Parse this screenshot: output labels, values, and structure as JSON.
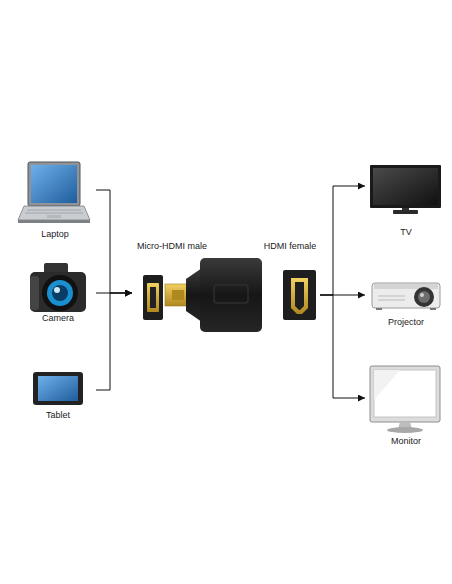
{
  "diagram": {
    "nodes": [
      {
        "text": [
          "Laptop"
        ]
      },
      {
        "text": [
          "Camera"
        ]
      },
      {
        "text": [
          "Tablet"
        ]
      },
      {
        "text": [
          "Micro-HDMI male"
        ]
      },
      {
        "text": [
          "HDMI female"
        ]
      },
      {
        "text": [
          "TV"
        ]
      },
      {
        "text": [
          "Projector"
        ]
      },
      {
        "text": [
          "Monitor"
        ]
      }
    ],
    "edges": [
      {
        "from": 0,
        "to": 3,
        "arrow": "to"
      },
      {
        "from": 1,
        "to": 3,
        "arrow": "to"
      },
      {
        "from": 2,
        "to": 3,
        "arrow": "to"
      },
      {
        "from": 4,
        "to": 5,
        "arrow": "to"
      },
      {
        "from": 4,
        "to": 6,
        "arrow": "to"
      },
      {
        "from": 4,
        "to": 7,
        "arrow": "to"
      }
    ]
  }
}
